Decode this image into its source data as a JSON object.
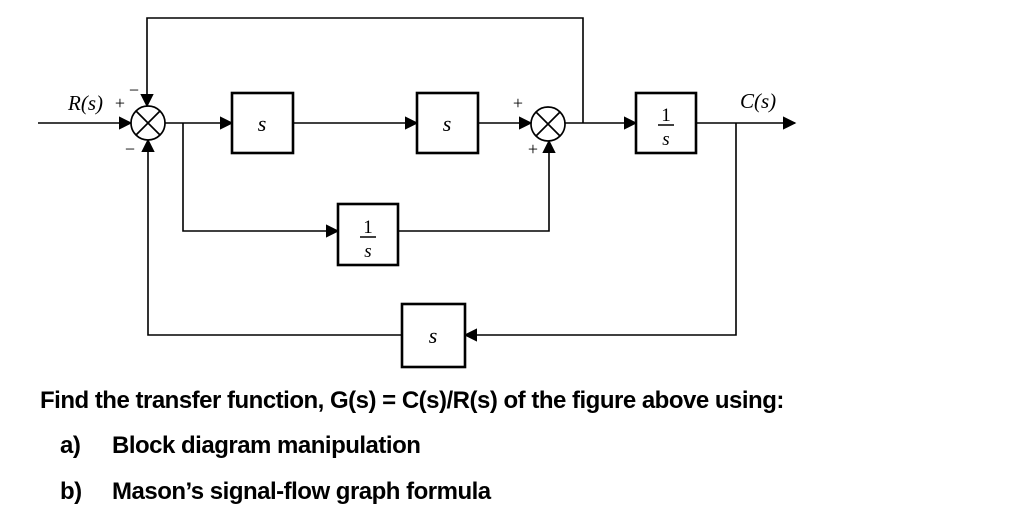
{
  "colors": {
    "background": "#ffffff",
    "line": "#000000",
    "text": "#000000"
  },
  "diagram": {
    "input_label": "R(s)",
    "output_label": "C(s)",
    "sum1": {
      "input_sign": "+",
      "top_sign": "−",
      "bottom_sign": "−"
    },
    "sum2": {
      "input_sign": "+",
      "bottom_sign": "+"
    },
    "blocks": {
      "forward1": {
        "label": "s"
      },
      "forward2": {
        "label": "s"
      },
      "mid_integrator": {
        "numerator": "1",
        "denominator": "s"
      },
      "out_integrator": {
        "numerator": "1",
        "denominator": "s"
      },
      "feedback": {
        "label": "s"
      }
    }
  },
  "question": {
    "prompt": "Find the transfer function, G(s) = C(s)/R(s) of the figure above using:",
    "items": [
      {
        "marker": "a)",
        "text": "Block diagram manipulation"
      },
      {
        "marker": "b)",
        "text": "Mason’s signal-flow graph formula"
      }
    ]
  }
}
